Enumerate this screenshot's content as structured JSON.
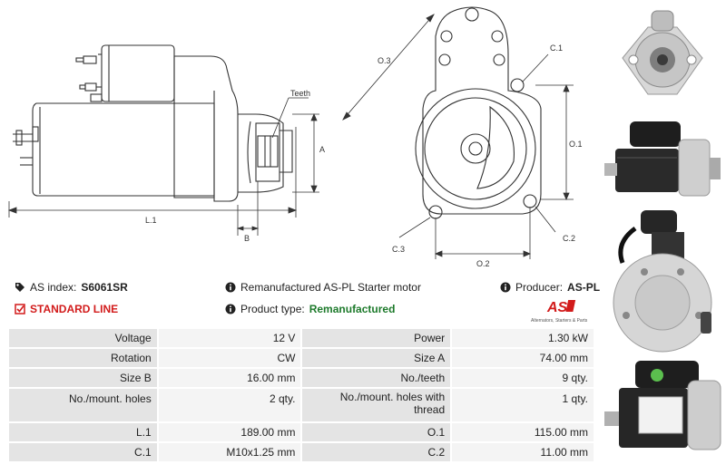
{
  "diagram": {
    "labels": {
      "teeth": "Teeth",
      "a": "A",
      "b": "B",
      "l1": "L.1",
      "o3": "O.3",
      "c1": "C.1",
      "o1": "O.1",
      "c3": "C.3",
      "c2": "C.2",
      "o2": "O.2"
    }
  },
  "product": {
    "index_label": "AS index:",
    "index_value": "S6061SR",
    "line": "STANDARD LINE",
    "description": "Remanufactured AS-PL Starter motor",
    "type_label": "Product type:",
    "type_value": "Remanufactured",
    "producer_label": "Producer:",
    "producer_value": "AS-PL"
  },
  "logo": {
    "mark": "AS",
    "tagline": "Alternators, Starters & Parts"
  },
  "specs": [
    {
      "l1": "Voltage",
      "v1": "12 V",
      "l2": "Power",
      "v2": "1.30 kW"
    },
    {
      "l1": "Rotation",
      "v1": "CW",
      "l2": "Size A",
      "v2": "74.00 mm"
    },
    {
      "l1": "Size B",
      "v1": "16.00 mm",
      "l2": "No./teeth",
      "v2": "9 qty."
    },
    {
      "l1": "No./mount. holes",
      "v1": "2 qty.",
      "l2": "No./mount. holes with thread",
      "v2": "1 qty."
    },
    {
      "l1": "L.1",
      "v1": "189.00 mm",
      "l2": "O.1",
      "v2": "115.00 mm"
    },
    {
      "l1": "C.1",
      "v1": "M10x1.25 mm",
      "l2": "C.2",
      "v2": "11.00 mm"
    }
  ],
  "colors": {
    "accent_red": "#d21b1b",
    "type_green": "#1d7a2b"
  }
}
